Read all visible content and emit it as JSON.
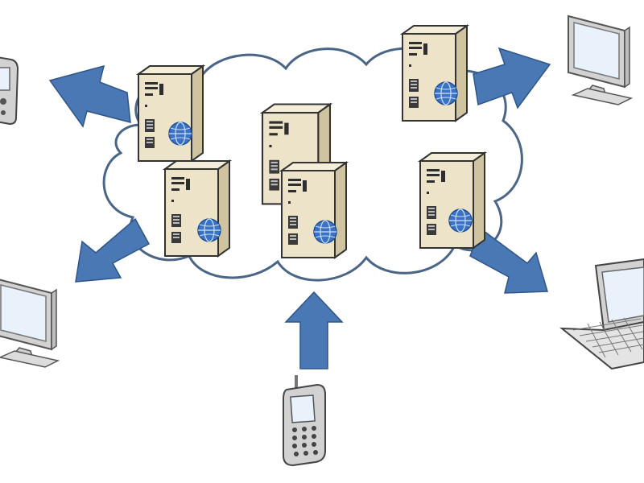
{
  "colors": {
    "background": "#ffffff",
    "cloud_stroke": "#4a6586",
    "cloud_fill": "#ffffff",
    "arrow_fill": "#4a78b4",
    "arrow_stroke": "#2f5588",
    "server_body": "#ece3c8",
    "server_shade": "#cfc3a0",
    "server_front": "#f4eed9",
    "globe": "#3a73c4",
    "device_frame": "#d2d2d2",
    "device_screen": "#e9f1fb"
  },
  "diagram": {
    "nodes": [
      {
        "name": "server-top-left",
        "icon": "server-globe-icon"
      },
      {
        "name": "server-top-right",
        "icon": "server-globe-icon"
      },
      {
        "name": "server-center-large",
        "icon": "server-icon"
      },
      {
        "name": "server-center-front",
        "icon": "server-globe-icon"
      },
      {
        "name": "server-mid-left",
        "icon": "server-globe-icon"
      },
      {
        "name": "server-mid-right",
        "icon": "server-globe-icon"
      }
    ],
    "devices": [
      {
        "name": "handheld-device-top-left",
        "icon": "pda-icon"
      },
      {
        "name": "monitor-top-right",
        "icon": "monitor-icon"
      },
      {
        "name": "monitor-bottom-left",
        "icon": "monitor-icon"
      },
      {
        "name": "laptop-bottom-right",
        "icon": "laptop-icon"
      },
      {
        "name": "mobile-phone-bottom",
        "icon": "mobile-phone-icon"
      }
    ],
    "arrows": [
      {
        "name": "arrow-to-top-left-device",
        "direction": "out"
      },
      {
        "name": "arrow-to-top-right-monitor",
        "direction": "out"
      },
      {
        "name": "arrow-to-bottom-left-monitor",
        "direction": "out"
      },
      {
        "name": "arrow-to-bottom-right-laptop",
        "direction": "out"
      },
      {
        "name": "arrow-from-mobile-phone",
        "direction": "in"
      }
    ]
  }
}
